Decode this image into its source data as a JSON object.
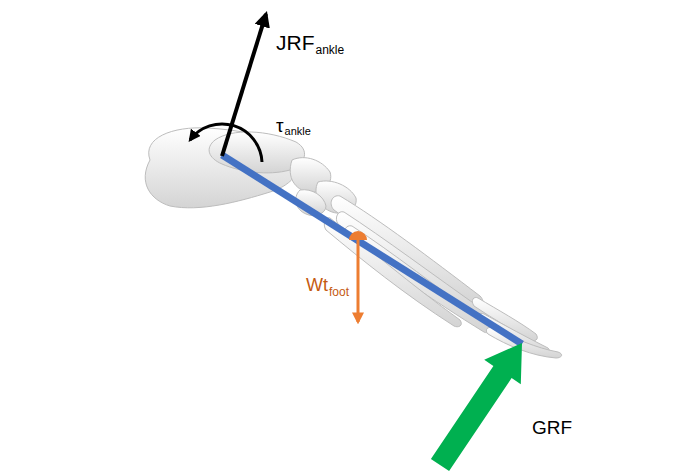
{
  "diagram": {
    "labels": [
      "JRF",
      "ankle",
      "τ",
      "ankle",
      "Wt",
      "foot",
      "GRF"
    ]
  }
}
